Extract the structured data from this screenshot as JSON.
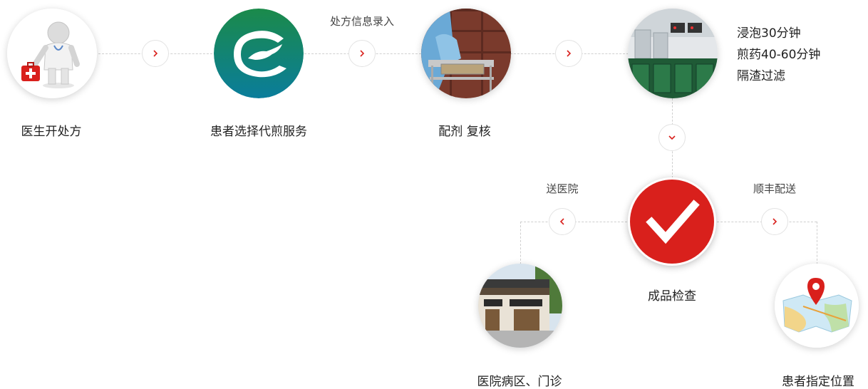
{
  "steps": {
    "doctor": "医生开处方",
    "choose": "患者选择代煎服务",
    "dispense": "配剂 复核",
    "check": "成品检查",
    "hospital": "医院病区、门诊",
    "patient": "患者指定位置"
  },
  "notes": {
    "entry": "处方信息录入",
    "to_hospital": "送医院",
    "express": "顺丰配送"
  },
  "decoct_steps": [
    "浸泡30分钟",
    "煎药40-60分钟",
    "隔渣过滤"
  ],
  "colors": {
    "accent": "#d9201c",
    "logo_green": "#1b8a4a",
    "logo_teal": "#0a7d9b",
    "dashed": "#cfcfcf"
  }
}
